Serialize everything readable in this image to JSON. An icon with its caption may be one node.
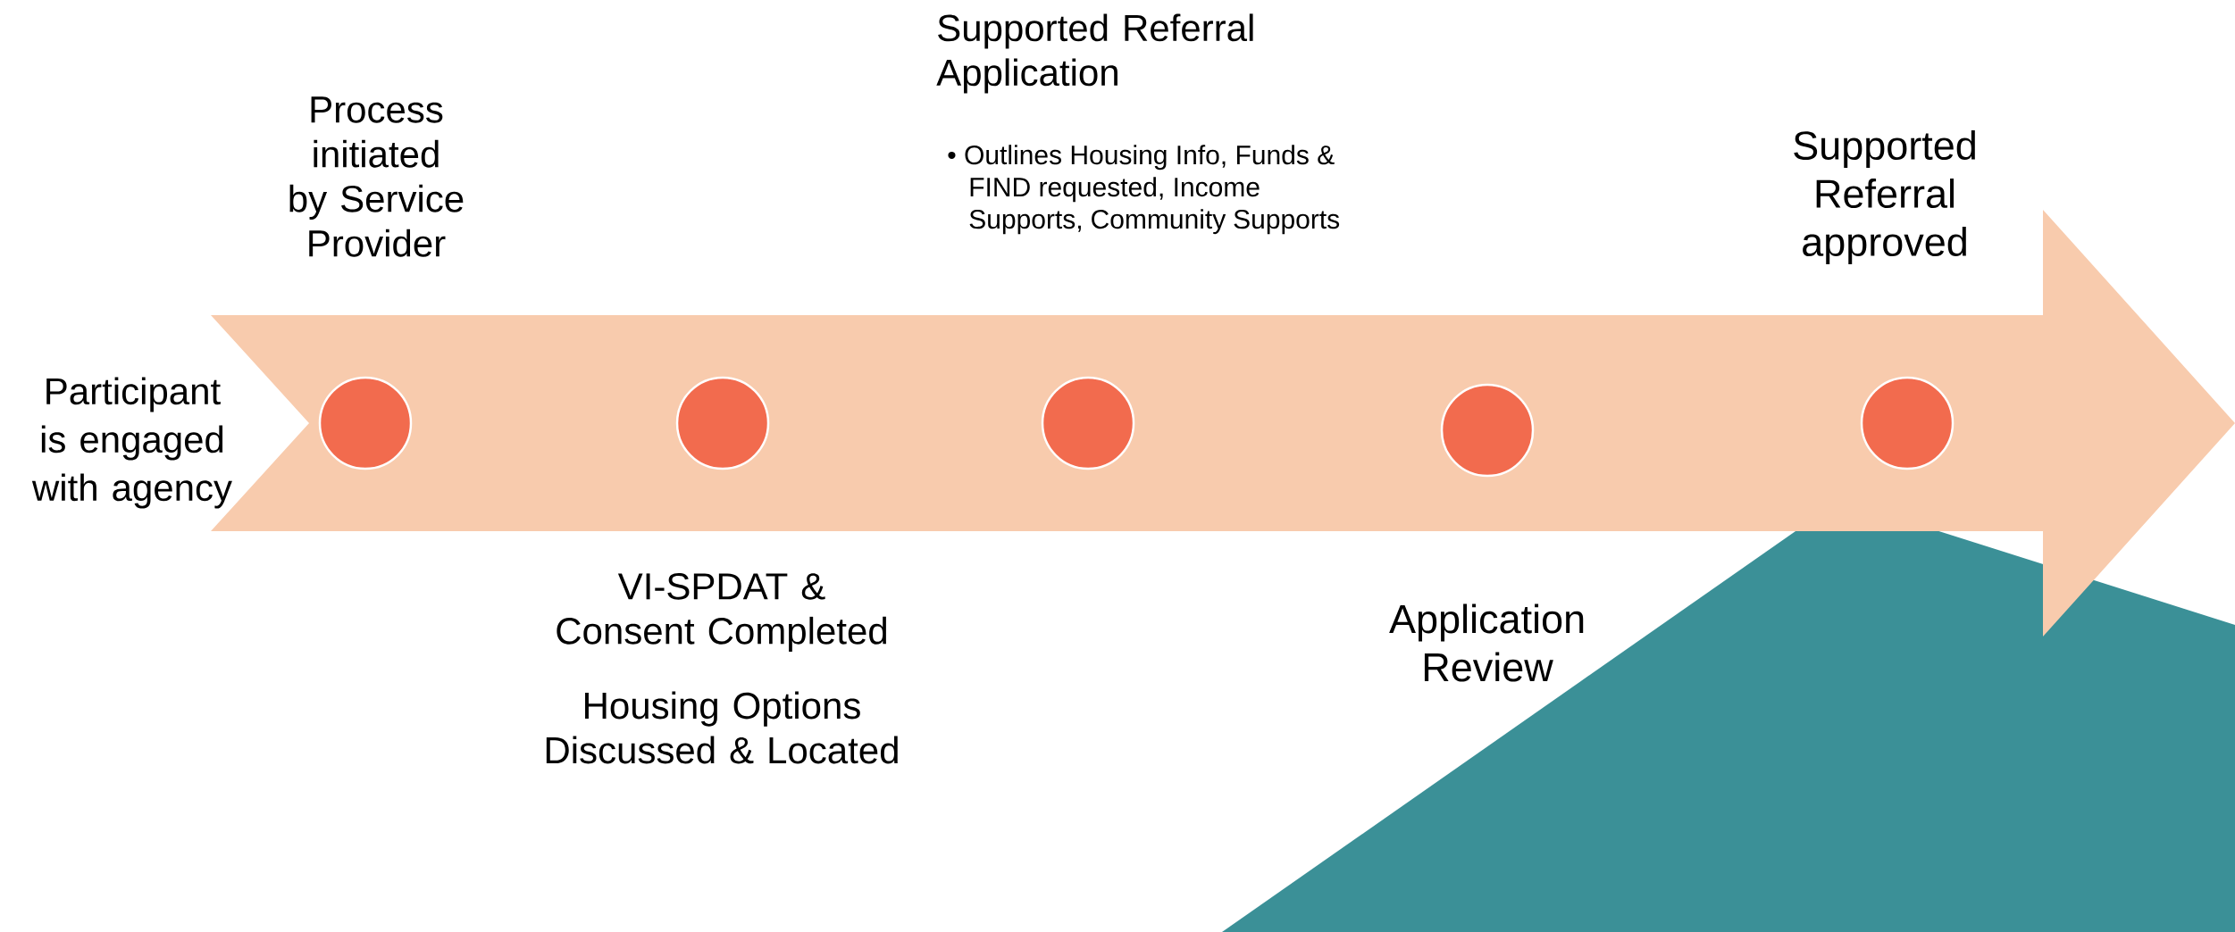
{
  "diagram": {
    "nodes": [
      {
        "text": [],
        "shape": "circle",
        "beside": [
          "Process initiated by Service Provider"
        ]
      },
      {
        "text": [],
        "shape": "circle",
        "beside": [
          "VI-SPDAT & Consent Completed",
          "Housing Options Discussed & Located"
        ]
      },
      {
        "text": [],
        "shape": "circle",
        "beside": [
          "Supported Referral Application",
          "• Outlines Housing Info, Funds & FIND requested, Income Supports, Community Supports"
        ]
      },
      {
        "text": [],
        "shape": "circle",
        "beside": [
          "Application Review"
        ]
      },
      {
        "text": [],
        "shape": "circle",
        "beside": [
          "Supported Referral approved"
        ]
      }
    ],
    "labels": [
      "Participant is engaged with agency"
    ]
  }
}
